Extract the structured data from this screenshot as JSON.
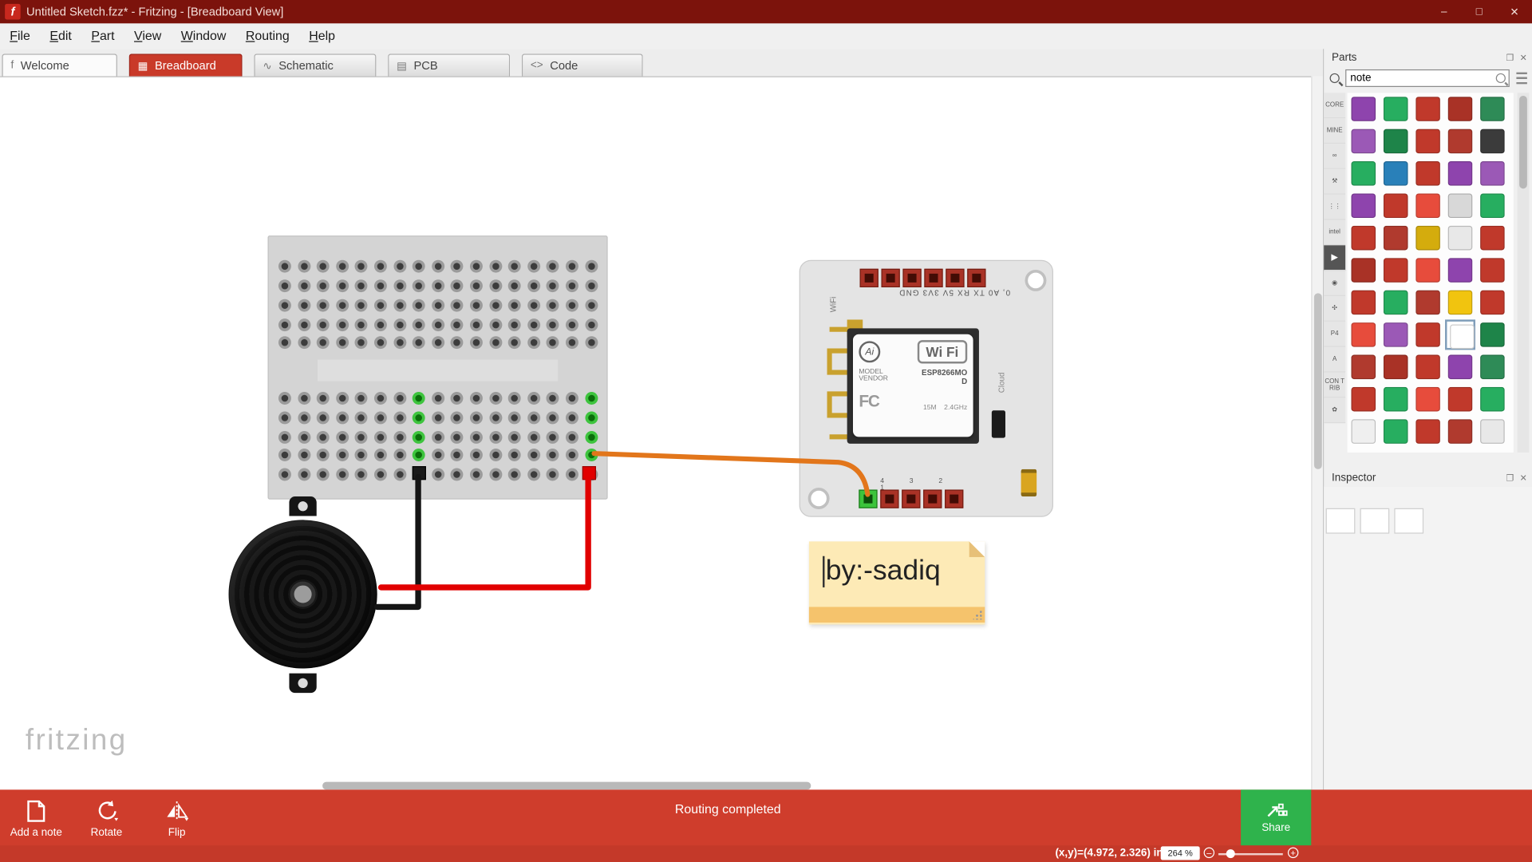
{
  "titlebar": {
    "title": "Untitled Sketch.fzz* - Fritzing - [Breadboard View]",
    "app_letter": "f",
    "minimize": "–",
    "maximize": "□",
    "close": "✕"
  },
  "menubar": {
    "items": [
      "File",
      "Edit",
      "Part",
      "View",
      "Window",
      "Routing",
      "Help"
    ]
  },
  "tabs": {
    "items": [
      {
        "label": "Welcome",
        "icon": "f",
        "active": false
      },
      {
        "label": "Breadboard",
        "icon": "▦",
        "active": true
      },
      {
        "label": "Schematic",
        "icon": "∿",
        "active": false
      },
      {
        "label": "PCB",
        "icon": "▤",
        "active": false
      },
      {
        "label": "Code",
        "icon": "<>",
        "active": false
      }
    ]
  },
  "canvas": {
    "watermark": "fritzing",
    "note": {
      "text": "by:-sadiq"
    },
    "esp": {
      "wifi_vertical": "WiFi",
      "cloud_label": "Cloud",
      "top_pin_labels": "0, A0 TX RX   5V 3V3 GND",
      "bottom_pin_numbers": "4 3 2 1",
      "ai_logo": "Ai",
      "wifi_logo": "Wi Fi",
      "model_label": "MODEL",
      "vendor_label": "VENDOR",
      "model_value": "ESP8266MO",
      "model_value_2": "D",
      "fcc_logo": "FC",
      "memory": "15M",
      "frequency": "2.4GHz"
    }
  },
  "parts_panel": {
    "title": "Parts",
    "search_value": "note",
    "categories": [
      {
        "name": "core",
        "label": "CORE",
        "dark": false
      },
      {
        "name": "mine",
        "label": "MINE",
        "dark": false
      },
      {
        "name": "adafruit",
        "label": "∞",
        "dark": false
      },
      {
        "name": "tools",
        "label": "⚒",
        "dark": false
      },
      {
        "name": "seeed",
        "label": "⋮⋮",
        "dark": false
      },
      {
        "name": "intel",
        "label": "intel",
        "dark": false
      },
      {
        "name": "sparkfun",
        "label": "▶",
        "dark": true
      },
      {
        "name": "brand-1",
        "label": "◉",
        "dark": false
      },
      {
        "name": "brand-2",
        "label": "✣",
        "dark": false
      },
      {
        "name": "parallax",
        "label": "P4",
        "dark": false
      },
      {
        "name": "brand-3",
        "label": "A",
        "dark": false
      },
      {
        "name": "contrib",
        "label": "CON TRIB",
        "dark": false
      },
      {
        "name": "misc",
        "label": "✿",
        "dark": false
      }
    ],
    "tiles": [
      "#8e44ad",
      "#27ae60",
      "#c0392b",
      "#a93226",
      "#2e8b57",
      "#9b59b6",
      "#1e8449",
      "#c0392b",
      "#b03a2e",
      "#3b3b3b",
      "#27ae60",
      "#2980b9",
      "#c0392b",
      "#8e44ad",
      "#9b59b6",
      "#8e44ad",
      "#c0392b",
      "#e74c3c",
      "#d8d8d8",
      "#27ae60",
      "#c0392b",
      "#b03a2e",
      "#d4ac0d",
      "#e8e8e8",
      "#c0392b",
      "#a93226",
      "#c0392b",
      "#e74c3c",
      "#8e44ad",
      "#c0392b",
      "#c0392b",
      "#27ae60",
      "#b03a2e",
      "#f1c40f",
      "#c0392b",
      "#e74c3c",
      "#9b59b6",
      "#c0392b",
      "#ffffff",
      "#1e8449",
      "#b03a2e",
      "#a93226",
      "#c0392b",
      "#8e44ad",
      "#2e8b57",
      "#c0392b",
      "#27ae60",
      "#e74c3c",
      "#c0392b",
      "#27ae60",
      "#efefef",
      "#27ae60",
      "#c0392b",
      "#b03a2e",
      "#e8e8e8"
    ],
    "selected_tile": 38
  },
  "inspector": {
    "title": "Inspector"
  },
  "toolbar": {
    "add_note": "Add a note",
    "rotate": "Rotate",
    "flip": "Flip",
    "status": "Routing completed",
    "share": "Share"
  },
  "statusbar": {
    "coords": "(x,y)=(4.972, 2.326) in",
    "zoom": "264 %"
  },
  "colors": {
    "title_red": "#7c130c",
    "accent_red": "#cf3d2c",
    "active_tab_red": "#c93a29",
    "share_green": "#2fb34c",
    "wire_black": "#151515",
    "wire_red": "#e10000",
    "wire_orange": "#e2761b",
    "note_bg": "#fdeab6",
    "note_strip": "#f5c36c",
    "board_gray": "#d4d4d4"
  }
}
